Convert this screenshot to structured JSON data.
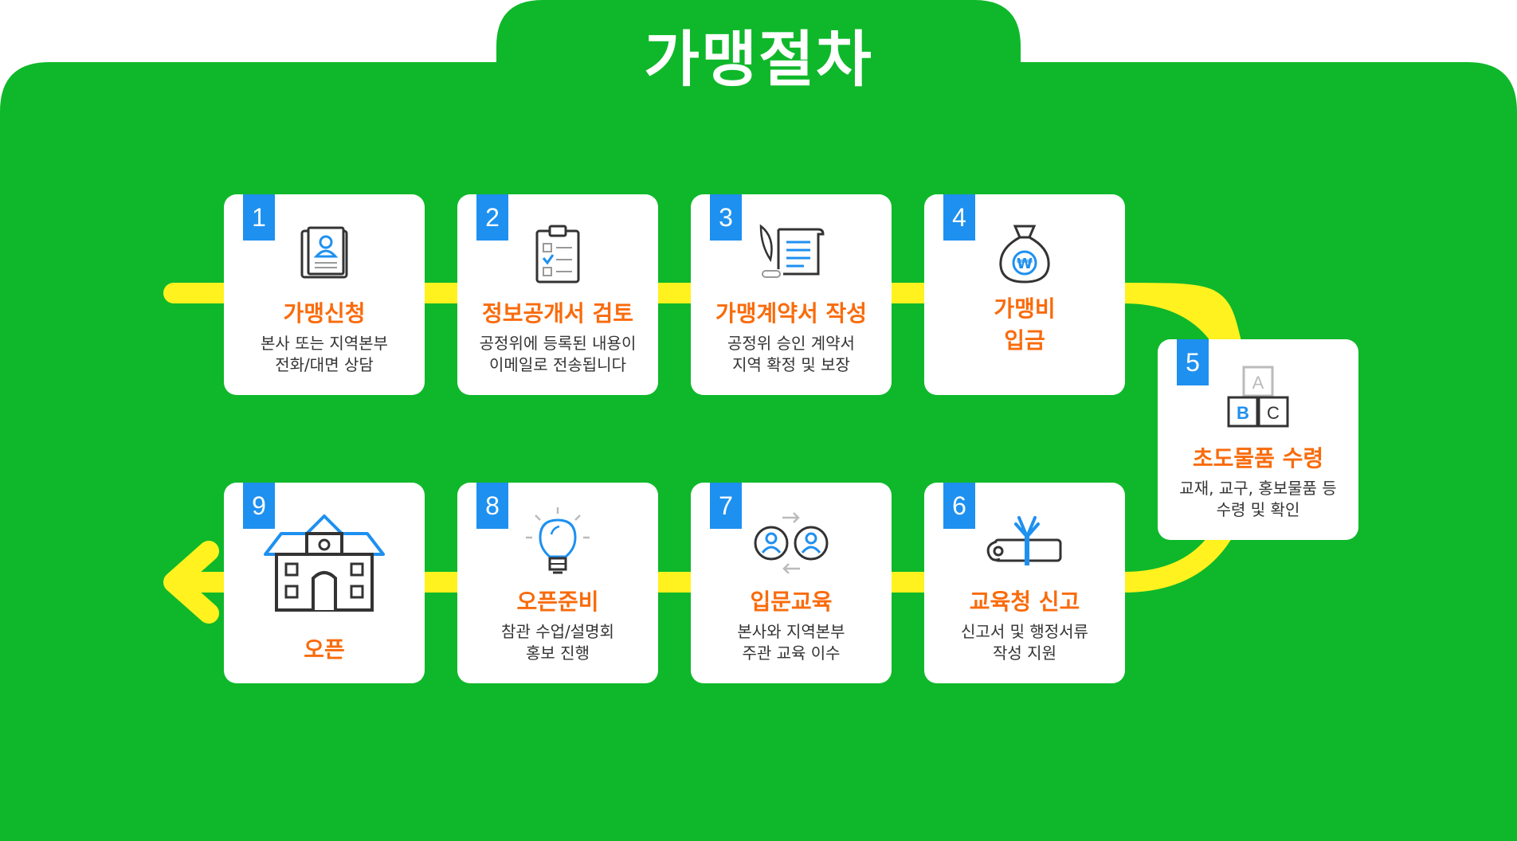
{
  "page": {
    "title": "가맹절차",
    "colors": {
      "background": "#0fb82a",
      "road": "#fff21f",
      "accent": "#f96b0c",
      "step_badge": "#1e90f0"
    }
  },
  "steps": [
    {
      "number": "1",
      "title": "가맹신청",
      "desc": "본사 또는 지역본부\n전화/대면 상담",
      "icon": "application-document-icon"
    },
    {
      "number": "2",
      "title": "정보공개서 검토",
      "desc": "공정위에 등록된 내용이\n이메일로 전송됩니다",
      "icon": "clipboard-checklist-icon"
    },
    {
      "number": "3",
      "title": "가맹계약서 작성",
      "desc": "공정위 승인 계약서\n지역 확정 및 보장",
      "icon": "quill-scroll-icon"
    },
    {
      "number": "4",
      "title": "가맹비\n입금",
      "desc": "",
      "icon": "money-bag-won-icon"
    },
    {
      "number": "5",
      "title": "초도물품 수령",
      "desc": "교재, 교구, 홍보물품 등\n수령 및 확인",
      "icon": "abc-blocks-icon",
      "block_letters": [
        "A",
        "B",
        "C"
      ]
    },
    {
      "number": "6",
      "title": "교육청 신고",
      "desc": "신고서 및 행정서류\n작성 지원",
      "icon": "certificate-scroll-icon"
    },
    {
      "number": "7",
      "title": "입문교육",
      "desc": "본사와 지역본부\n주관 교육 이수",
      "icon": "two-people-exchange-icon"
    },
    {
      "number": "8",
      "title": "오픈준비",
      "desc": "참관 수업/설명회\n홍보 진행",
      "icon": "lightbulb-icon"
    },
    {
      "number": "9",
      "title": "오픈",
      "desc": "",
      "icon": "school-building-icon"
    }
  ]
}
